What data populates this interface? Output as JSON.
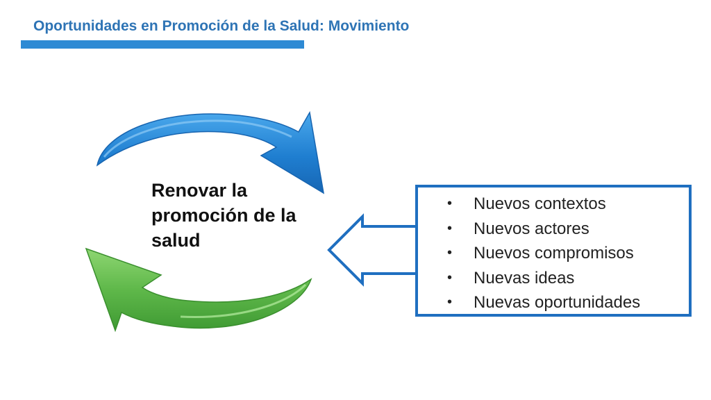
{
  "slide": {
    "title": "Oportunidades en Promoción de la Salud: Movimiento"
  },
  "diagram": {
    "center_label": "Renovar la promoción de la salud",
    "bullets": [
      "Nuevos contextos",
      "Nuevos actores",
      "Nuevos compromisos",
      "Nuevas ideas",
      "Nuevas oportunidades"
    ],
    "colors": {
      "title": "#2e74b5",
      "underline": "#2e8ad4",
      "blue_arrow": "#1f7ed0",
      "green_arrow": "#5fb84a",
      "box_border": "#1f6fc0"
    },
    "icons": {
      "top_arrow": "blue-curved-arrow-icon",
      "bottom_arrow": "green-curved-arrow-icon",
      "pointer_arrow": "left-outline-arrow-icon"
    }
  }
}
